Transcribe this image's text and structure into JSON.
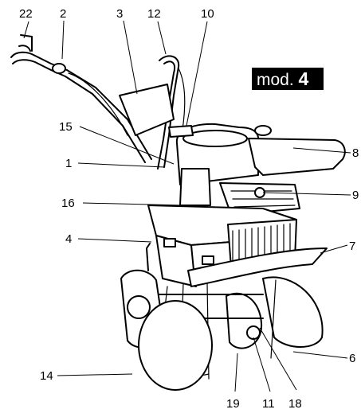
{
  "model_badge": {
    "prefix": "mod.",
    "number": "4"
  },
  "callouts": [
    {
      "id": "c22",
      "text": "22"
    },
    {
      "id": "c2",
      "text": "2"
    },
    {
      "id": "c3",
      "text": "3"
    },
    {
      "id": "c12",
      "text": "12"
    },
    {
      "id": "c10",
      "text": "10"
    },
    {
      "id": "c15",
      "text": "15"
    },
    {
      "id": "c1",
      "text": "1"
    },
    {
      "id": "c8",
      "text": "8"
    },
    {
      "id": "c16",
      "text": "16"
    },
    {
      "id": "c9",
      "text": "9"
    },
    {
      "id": "c4",
      "text": "4"
    },
    {
      "id": "c7",
      "text": "7"
    },
    {
      "id": "c6",
      "text": "6"
    },
    {
      "id": "c14",
      "text": "14"
    },
    {
      "id": "c19",
      "text": "19"
    },
    {
      "id": "c11",
      "text": "11"
    },
    {
      "id": "c18",
      "text": "18"
    }
  ]
}
